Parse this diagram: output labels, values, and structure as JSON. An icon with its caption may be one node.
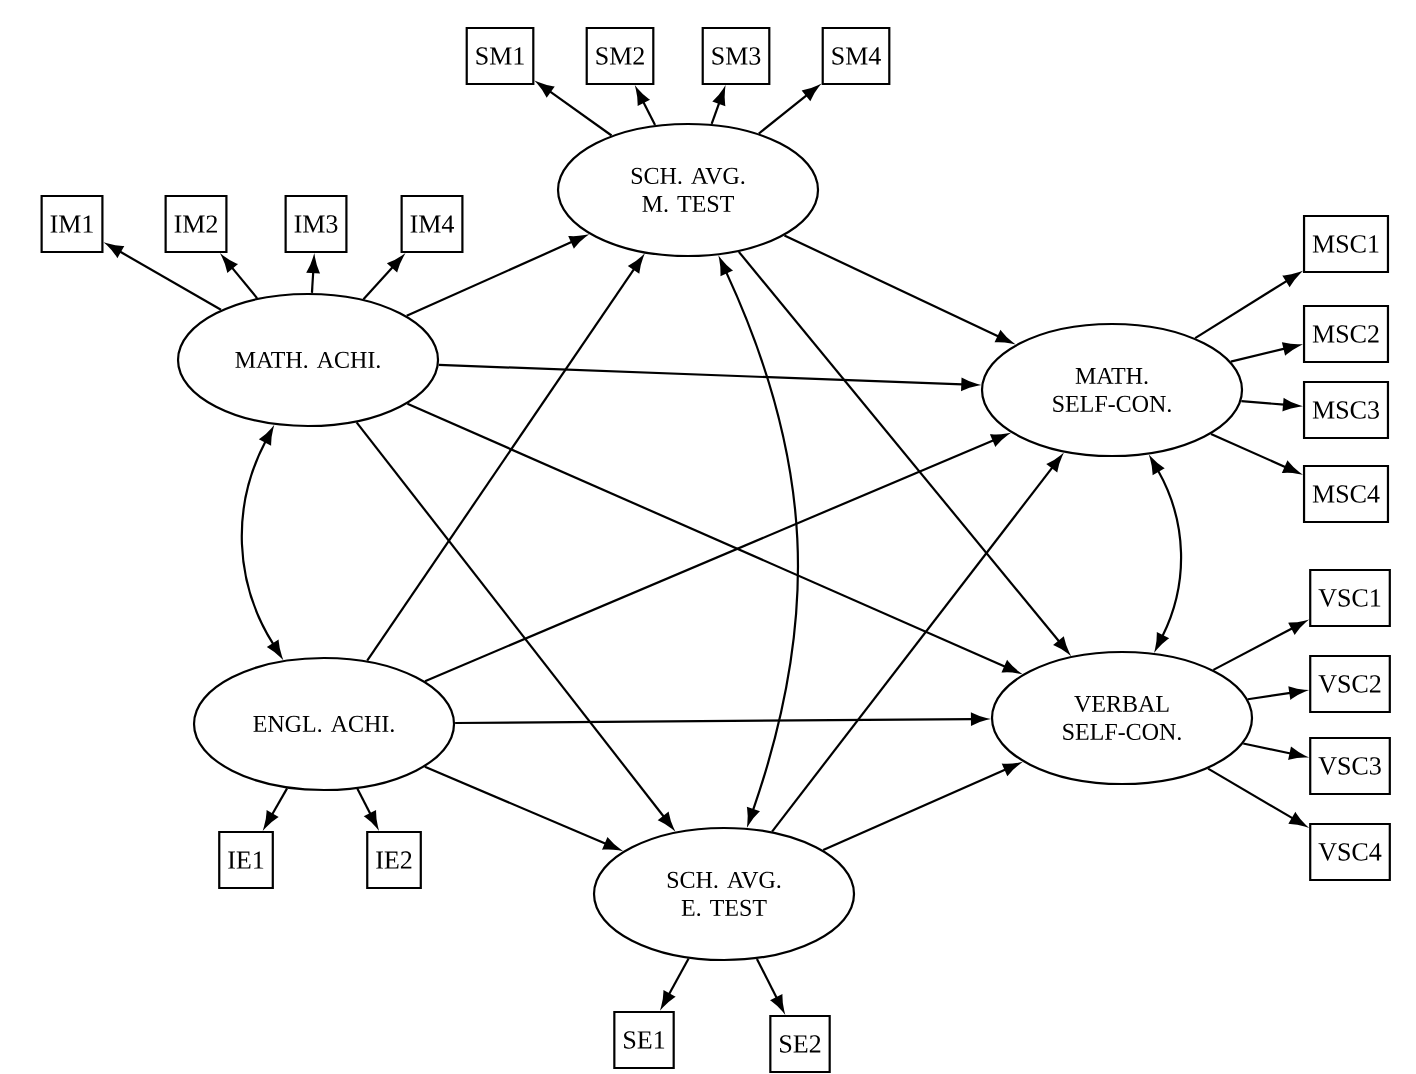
{
  "diagram": {
    "nodes": [
      {
        "text": [
          "SM1"
        ]
      },
      {
        "text": [
          "SM2"
        ]
      },
      {
        "text": [
          "SM3"
        ]
      },
      {
        "text": [
          "SM4"
        ]
      },
      {
        "text": [
          "SCH. AVG. M. TEST"
        ]
      },
      {
        "text": [
          "IM1"
        ]
      },
      {
        "text": [
          "IM2"
        ]
      },
      {
        "text": [
          "IM3"
        ]
      },
      {
        "text": [
          "IM4"
        ]
      },
      {
        "text": [
          "MATH. ACHI."
        ]
      },
      {
        "text": [
          "MSC1"
        ]
      },
      {
        "text": [
          "MSC2"
        ]
      },
      {
        "text": [
          "MSC3"
        ]
      },
      {
        "text": [
          "MSC4"
        ]
      },
      {
        "text": [
          "MATH. SELF-CON."
        ]
      },
      {
        "text": [
          "VSC1"
        ]
      },
      {
        "text": [
          "VSC2"
        ]
      },
      {
        "text": [
          "VSC3"
        ]
      },
      {
        "text": [
          "VSC4"
        ]
      },
      {
        "text": [
          "ENGL. ACHI."
        ]
      },
      {
        "text": [
          "VERBAL SELF-CON."
        ]
      },
      {
        "text": [
          "IE1"
        ]
      },
      {
        "text": [
          "IE2"
        ]
      },
      {
        "text": [
          "SCH. AVG. E. TEST"
        ]
      },
      {
        "text": [
          "SE1"
        ]
      },
      {
        "text": [
          "SE2"
        ]
      }
    ],
    "edges": [
      {
        "from": 4,
        "to": 0,
        "arrow": "to"
      },
      {
        "from": 4,
        "to": 1,
        "arrow": "to"
      },
      {
        "from": 4,
        "to": 2,
        "arrow": "to"
      },
      {
        "from": 4,
        "to": 3,
        "arrow": "to"
      },
      {
        "from": 9,
        "to": 5,
        "arrow": "to"
      },
      {
        "from": 9,
        "to": 6,
        "arrow": "to"
      },
      {
        "from": 9,
        "to": 7,
        "arrow": "to"
      },
      {
        "from": 9,
        "to": 8,
        "arrow": "to"
      },
      {
        "from": 9,
        "to": 4,
        "arrow": "to"
      },
      {
        "from": 9,
        "to": 14,
        "arrow": "to"
      },
      {
        "from": 9,
        "to": 20,
        "arrow": "to"
      },
      {
        "from": 9,
        "to": 23,
        "arrow": "to"
      },
      {
        "from": 4,
        "to": 14,
        "arrow": "to"
      },
      {
        "from": 4,
        "to": 20,
        "arrow": "to"
      },
      {
        "from": 14,
        "to": 10,
        "arrow": "to"
      },
      {
        "from": 14,
        "to": 11,
        "arrow": "to"
      },
      {
        "from": 14,
        "to": 12,
        "arrow": "to"
      },
      {
        "from": 14,
        "to": 13,
        "arrow": "to"
      },
      {
        "from": 9,
        "to": 19,
        "arrow": "both"
      },
      {
        "from": 4,
        "to": 23,
        "arrow": "both"
      },
      {
        "from": 14,
        "to": 20,
        "arrow": "both"
      },
      {
        "from": 20,
        "to": 15,
        "arrow": "to"
      },
      {
        "from": 20,
        "to": 16,
        "arrow": "to"
      },
      {
        "from": 20,
        "to": 17,
        "arrow": "to"
      },
      {
        "from": 20,
        "to": 18,
        "arrow": "to"
      },
      {
        "from": 19,
        "to": 4,
        "arrow": "to"
      },
      {
        "from": 19,
        "to": 14,
        "arrow": "to"
      },
      {
        "from": 19,
        "to": 20,
        "arrow": "to"
      },
      {
        "from": 19,
        "to": 23,
        "arrow": "to"
      },
      {
        "from": 19,
        "to": 21,
        "arrow": "to"
      },
      {
        "from": 19,
        "to": 22,
        "arrow": "to"
      },
      {
        "from": 23,
        "to": 14,
        "arrow": "to"
      },
      {
        "from": 23,
        "to": 20,
        "arrow": "to"
      },
      {
        "from": 23,
        "to": 24,
        "arrow": "to"
      },
      {
        "from": 23,
        "to": 25,
        "arrow": "to"
      }
    ]
  }
}
